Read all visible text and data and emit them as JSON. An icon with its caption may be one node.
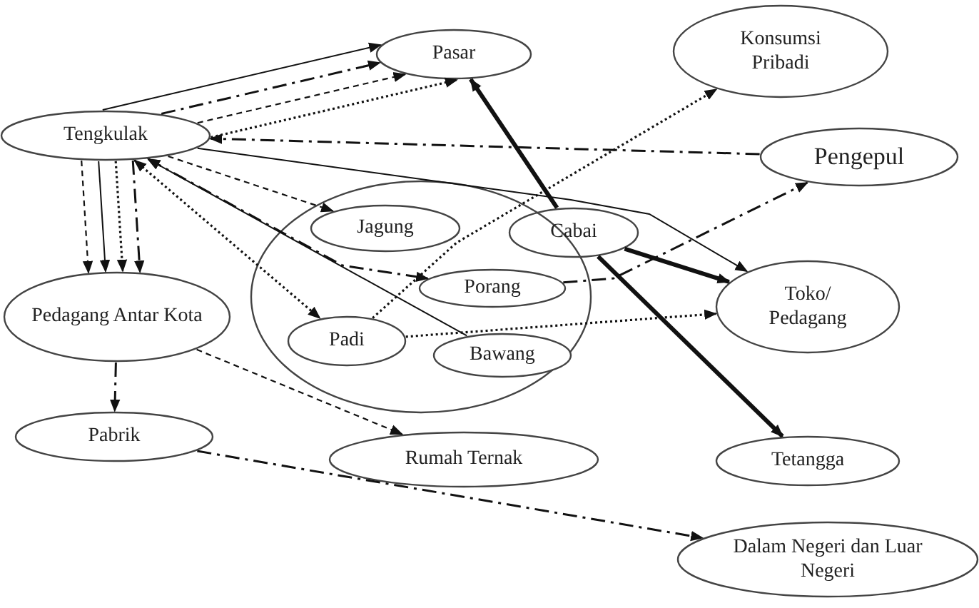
{
  "diagram": {
    "nodes": [
      {
        "text": [
          "Pasar"
        ]
      },
      {
        "text": [
          "Konsumsi Pribadi"
        ]
      },
      {
        "text": [
          "Tengkulak"
        ]
      },
      {
        "text": [
          "Pengepul"
        ]
      },
      {
        "text": [],
        "shape": "circle"
      },
      {
        "text": [
          "Jagung"
        ],
        "in": 4
      },
      {
        "text": [
          "Cabai"
        ]
      },
      {
        "text": [
          "Porang"
        ],
        "in": 4
      },
      {
        "text": [
          "Padi"
        ],
        "in": 4
      },
      {
        "text": [
          "Bawang"
        ],
        "in": 4
      },
      {
        "text": [
          "Toko/ Pedagang"
        ]
      },
      {
        "text": [
          "Pedagang Antar Kota"
        ]
      },
      {
        "text": [
          "Pabrik"
        ]
      },
      {
        "text": [
          "Rumah Ternak"
        ]
      },
      {
        "text": [
          "Tetangga"
        ]
      },
      {
        "text": [
          "Dalam Negeri dan Luar Negeri"
        ]
      }
    ],
    "edges": [
      {
        "from": 2,
        "to": 0,
        "arrow": "to"
      },
      {
        "from": 2,
        "to": 0,
        "arrow": "to",
        "style": "dashed"
      },
      {
        "from": 2,
        "to": 0,
        "arrow": "to",
        "style": "dashed"
      },
      {
        "from": 2,
        "to": 0,
        "arrow": "to",
        "style": "dashed"
      },
      {
        "from": 3,
        "to": 2,
        "arrow": "to",
        "style": "dashed"
      },
      {
        "from": 2,
        "to": 10,
        "arrow": "to"
      },
      {
        "from": 2,
        "to": 5,
        "arrow": "to",
        "style": "dashed"
      },
      {
        "from": 2,
        "to": 7,
        "arrow": "both",
        "style": "dashed"
      },
      {
        "from": 9,
        "to": 2,
        "arrow": "to"
      },
      {
        "from": 2,
        "to": 8,
        "arrow": "both",
        "style": "dashed"
      },
      {
        "from": 2,
        "to": 11,
        "arrow": "to",
        "style": "dashed"
      },
      {
        "from": 2,
        "to": 11,
        "arrow": "to",
        "style": "dashed"
      },
      {
        "from": 2,
        "to": 11,
        "arrow": "to"
      },
      {
        "from": 2,
        "to": 11,
        "arrow": "to",
        "style": "dashed"
      },
      {
        "from": 11,
        "to": 12,
        "arrow": "to",
        "style": "dashed"
      },
      {
        "from": 11,
        "to": 13,
        "arrow": "to",
        "style": "dashed"
      },
      {
        "from": 12,
        "to": 15,
        "arrow": "to",
        "style": "dashed"
      },
      {
        "from": 6,
        "to": 0,
        "arrow": "to",
        "style": "thick"
      },
      {
        "from": 6,
        "to": 14,
        "arrow": "to",
        "style": "thick"
      },
      {
        "from": 6,
        "to": 10,
        "arrow": "to",
        "style": "thick"
      },
      {
        "from": 8,
        "to": 1,
        "arrow": "to",
        "style": "dashed"
      },
      {
        "from": 8,
        "to": 10,
        "arrow": "to",
        "style": "dashed"
      },
      {
        "from": 7,
        "to": 3,
        "arrow": "to",
        "style": "dashed"
      }
    ]
  }
}
